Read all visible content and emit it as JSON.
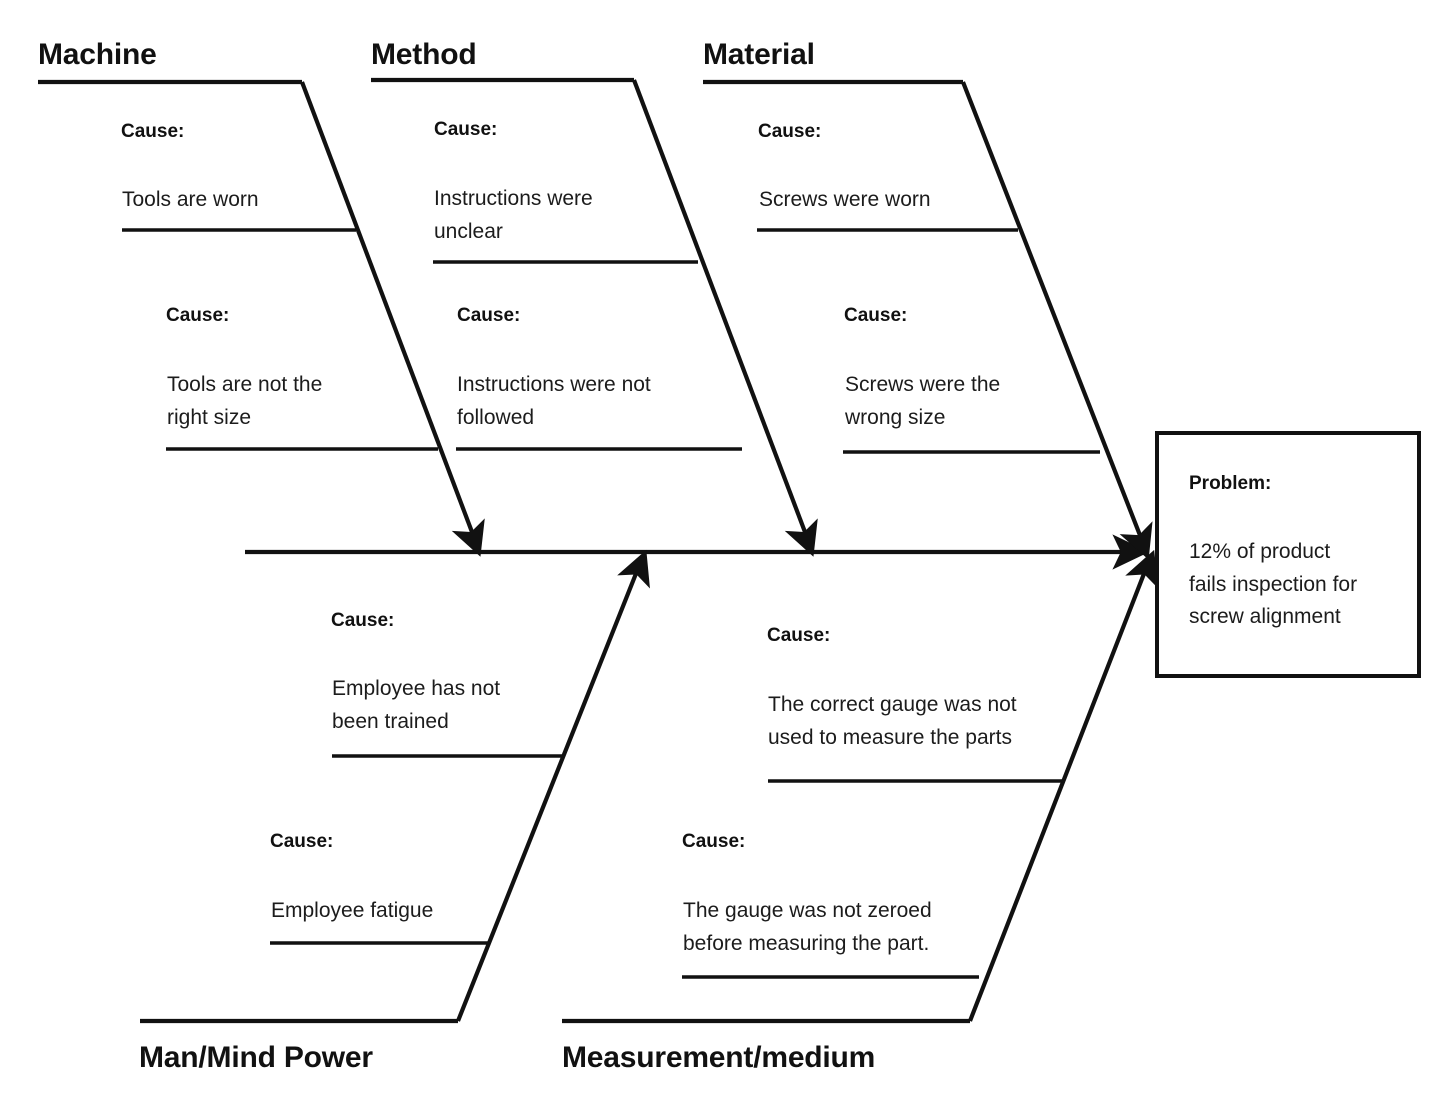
{
  "diagram": {
    "type": "fishbone-ishikawa",
    "title_visible": false,
    "colors": {
      "line": "#111111",
      "text": "#1c1c1c",
      "background": "#ffffff"
    }
  },
  "categories_top": [
    {
      "id": "machine",
      "label": "Machine",
      "causes": [
        {
          "kicker": "Cause:",
          "text": "Tools are worn"
        },
        {
          "kicker": "Cause:",
          "text": "Tools are not the\nright size"
        }
      ]
    },
    {
      "id": "method",
      "label": "Method",
      "causes": [
        {
          "kicker": "Cause:",
          "text": "Instructions were\nunclear"
        },
        {
          "kicker": "Cause:",
          "text": "Instructions were not\nfollowed"
        }
      ]
    },
    {
      "id": "material",
      "label": "Material",
      "causes": [
        {
          "kicker": "Cause:",
          "text": "Screws were worn"
        },
        {
          "kicker": "Cause:",
          "text": "Screws were the\nwrong size"
        }
      ]
    }
  ],
  "categories_bottom": [
    {
      "id": "man-mind-power",
      "label": "Man/Mind Power",
      "causes": [
        {
          "kicker": "Cause:",
          "text": "Employee has not\nbeen trained"
        },
        {
          "kicker": "Cause:",
          "text": "Employee fatigue"
        }
      ]
    },
    {
      "id": "measurement-medium",
      "label": "Measurement/medium",
      "causes": [
        {
          "kicker": "Cause:",
          "text": "The correct gauge was not\nused to measure the parts"
        },
        {
          "kicker": "Cause:",
          "text": "The gauge was not zeroed\nbefore measuring the part."
        }
      ]
    }
  ],
  "problem": {
    "kicker": "Problem:",
    "text": "12% of product\nfails inspection for\nscrew alignment"
  }
}
